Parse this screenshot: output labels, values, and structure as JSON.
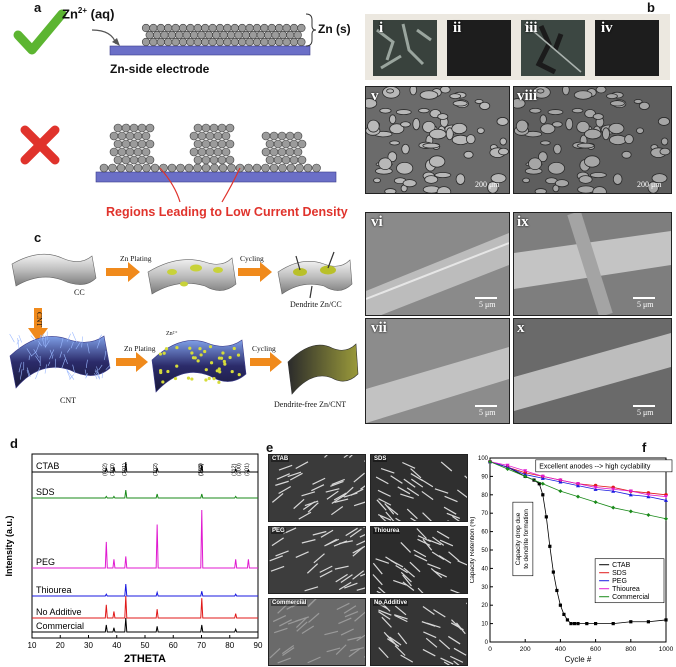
{
  "panel_a": {
    "label": "a",
    "ion_label": "Zn",
    "ion_sup": "2+",
    "ion_suffix": " (aq)",
    "deposit_label": "Zn (s)",
    "electrode_label": "Zn-side electrode",
    "warning_label": "Regions Leading to Low Current Density",
    "good_color": "#5cb531",
    "bad_color": "#e0332c",
    "electrode_color": "#6b6fc7"
  },
  "panel_b": {
    "label": "b",
    "photo_labels": [
      "i",
      "ii",
      "iii",
      "iv"
    ],
    "sem_labels": [
      "v",
      "viii",
      "vi",
      "ix",
      "vii",
      "x"
    ],
    "scale_large": "200 μm",
    "scale_small": "5 μm"
  },
  "panel_c": {
    "label": "c",
    "step_zn_plating": "Zn Plating",
    "step_cycling": "Cycling",
    "step_cnt": "CNT",
    "cc_label": "CC",
    "cnt_label": "CNT",
    "dendrite_label": "Dendrite Zn/CC",
    "dendrite_free_label": "Dendrite-free Zn/CNT",
    "ion": "Zn²⁺"
  },
  "panel_d": {
    "label": "d",
    "chart_data": {
      "type": "line",
      "xlabel": "2THETA",
      "ylabel": "Intensity (a.u.)",
      "xlim": [
        10,
        90
      ],
      "xticks": [
        10,
        20,
        30,
        40,
        50,
        60,
        70,
        80,
        90
      ],
      "peak_labels": [
        {
          "text": "(002)",
          "x": 36.3
        },
        {
          "text": "(100)",
          "x": 39.0
        },
        {
          "text": "(101)",
          "x": 43.2
        },
        {
          "text": "(102)",
          "x": 54.3
        },
        {
          "text": "(103)",
          "x": 70.1
        },
        {
          "text": "(110)",
          "x": 70.6
        },
        {
          "text": "(112)",
          "x": 82.1
        },
        {
          "text": "(200)",
          "x": 83.8
        },
        {
          "text": "(201)",
          "x": 86.6
        }
      ],
      "series": [
        {
          "name": "CTAB",
          "color": "#000000",
          "peaks": [
            [
              36.3,
              0.4
            ],
            [
              39.0,
              0.5
            ],
            [
              43.2,
              1.0
            ],
            [
              54.3,
              0.4
            ],
            [
              70.1,
              0.7
            ],
            [
              82.1,
              0.25
            ],
            [
              86.6,
              0.2
            ]
          ]
        },
        {
          "name": "SDS",
          "color": "#1a8a1a",
          "peaks": [
            [
              36.3,
              0.2
            ],
            [
              39.0,
              0.2
            ],
            [
              43.2,
              1.0
            ],
            [
              54.3,
              0.5
            ],
            [
              70.1,
              0.5
            ],
            [
              82.1,
              0.2
            ]
          ]
        },
        {
          "name": "PEG",
          "color": "#e01ad0",
          "peaks": [
            [
              36.3,
              0.45
            ],
            [
              39.0,
              0.15
            ],
            [
              43.2,
              0.2
            ],
            [
              54.3,
              0.75
            ],
            [
              70.1,
              1.0
            ],
            [
              82.1,
              0.15
            ],
            [
              86.6,
              0.15
            ]
          ]
        },
        {
          "name": "Thiourea",
          "color": "#1a1ae0",
          "peaks": [
            [
              36.3,
              0.15
            ],
            [
              43.2,
              1.0
            ],
            [
              54.3,
              0.3
            ],
            [
              70.1,
              0.4
            ],
            [
              82.1,
              0.15
            ]
          ]
        },
        {
          "name": "No Additive",
          "color": "#e01a1a",
          "peaks": [
            [
              36.3,
              0.6
            ],
            [
              39.0,
              0.3
            ],
            [
              43.2,
              1.0
            ],
            [
              54.3,
              0.4
            ],
            [
              70.1,
              0.9
            ],
            [
              82.1,
              0.2
            ]
          ]
        },
        {
          "name": "Commercial",
          "color": "#000000",
          "peaks": [
            [
              36.3,
              0.5
            ],
            [
              39.0,
              0.3
            ],
            [
              43.2,
              1.0
            ],
            [
              54.3,
              0.4
            ],
            [
              70.1,
              0.5
            ],
            [
              82.1,
              0.2
            ]
          ]
        }
      ]
    }
  },
  "panel_e": {
    "label": "e",
    "tiles": [
      "CTAB",
      "SDS",
      "PEG",
      "Thiourea",
      "Commercial",
      "No Additive"
    ]
  },
  "panel_f": {
    "label": "f",
    "chart_data": {
      "type": "scatter",
      "xlabel": "Cycle #",
      "ylabel": "Capacity Retention (%)",
      "xlim": [
        0,
        1000
      ],
      "ylim": [
        0,
        100
      ],
      "xticks": [
        0,
        200,
        400,
        600,
        800,
        1000
      ],
      "yticks": [
        0,
        10,
        20,
        30,
        40,
        50,
        60,
        70,
        80,
        90,
        100
      ],
      "annotation_top": "Excellent anodes --> high cyclability",
      "annotation_drop": "Capacity drop due to dendrite formation",
      "series": [
        {
          "name": "CTAB",
          "color": "#000000",
          "marker": "square",
          "x": [
            0,
            100,
            200,
            250,
            280,
            300,
            320,
            340,
            360,
            380,
            400,
            420,
            440,
            460,
            480,
            500,
            550,
            600,
            700,
            800,
            900,
            1000
          ],
          "y": [
            98,
            95,
            90,
            88,
            86,
            80,
            68,
            52,
            38,
            28,
            20,
            15,
            12,
            10,
            10,
            10,
            10,
            10,
            10,
            11,
            11,
            12
          ]
        },
        {
          "name": "SDS",
          "color": "#e01a1a",
          "marker": "circle",
          "x": [
            0,
            100,
            200,
            300,
            400,
            500,
            600,
            700,
            800,
            900,
            1000
          ],
          "y": [
            98,
            95,
            92,
            90,
            88,
            86,
            85,
            84,
            82,
            81,
            80
          ]
        },
        {
          "name": "PEG",
          "color": "#1a1ae0",
          "marker": "triangle",
          "x": [
            0,
            100,
            200,
            300,
            400,
            500,
            600,
            700,
            800,
            900,
            1000
          ],
          "y": [
            98,
            95,
            91,
            89,
            87,
            85,
            83,
            82,
            80,
            79,
            77
          ]
        },
        {
          "name": "Thiourea",
          "color": "#e01ad0",
          "marker": "triangle-down",
          "x": [
            0,
            100,
            200,
            300,
            400,
            500,
            600,
            700,
            800,
            900,
            1000
          ],
          "y": [
            98,
            96,
            93,
            90,
            88,
            86,
            84,
            83,
            82,
            80,
            79
          ]
        },
        {
          "name": "Commercial",
          "color": "#1a8a1a",
          "marker": "diamond",
          "x": [
            0,
            100,
            200,
            300,
            400,
            500,
            600,
            700,
            800,
            900,
            1000
          ],
          "y": [
            98,
            94,
            90,
            86,
            82,
            79,
            76,
            73,
            71,
            69,
            67
          ]
        }
      ]
    }
  }
}
